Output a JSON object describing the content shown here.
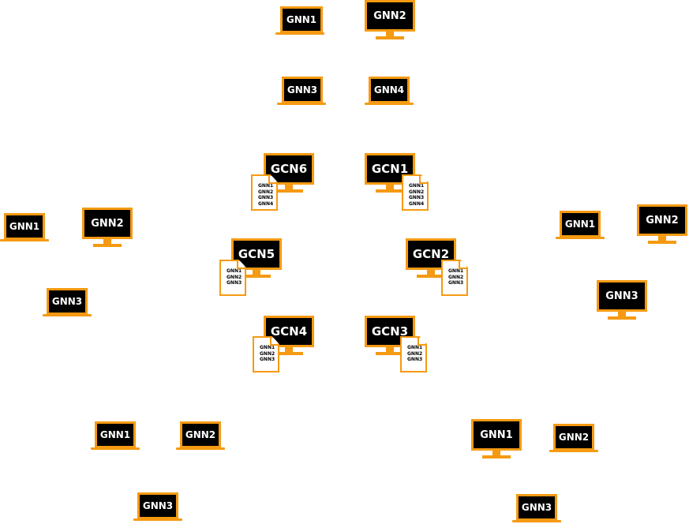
{
  "top_cluster": {
    "gnn1": "GNN1",
    "gnn2": "GNN2",
    "gnn3": "GNN3",
    "gnn4": "GNN4"
  },
  "left_cluster": {
    "gnn1": "GNN1",
    "gnn2": "GNN2",
    "gnn3": "GNN3"
  },
  "right_cluster": {
    "gnn1": "GNN1",
    "gnn2": "GNN2",
    "gnn3": "GNN3"
  },
  "bottom_left_cluster": {
    "gnn1": "GNN1",
    "gnn2": "GNN2",
    "gnn3": "GNN3"
  },
  "bottom_right_cluster": {
    "gnn1": "GNN1",
    "gnn2": "GNN2",
    "gnn3": "GNN3"
  },
  "gcn_nodes": {
    "gcn6": {
      "label": "GCN6",
      "doc": [
        "GNN1",
        "GNN2",
        "GNN3",
        "GNN4"
      ]
    },
    "gcn1": {
      "label": "GCN1",
      "doc": [
        "GNN1",
        "GNN2",
        "GNN3",
        "GNN4"
      ]
    },
    "gcn5": {
      "label": "GCN5",
      "doc": [
        "GNN1",
        "GNN2",
        "GNN3"
      ]
    },
    "gcn2": {
      "label": "GCN2",
      "doc": [
        "GNN1",
        "GNN2",
        "GNN3"
      ]
    },
    "gcn4": {
      "label": "GCN4",
      "doc": [
        "GNN1",
        "GNN2",
        "GNN3"
      ]
    },
    "gcn3": {
      "label": "GCN3",
      "doc": [
        "GNN1",
        "GNN2",
        "GNN3"
      ]
    }
  }
}
